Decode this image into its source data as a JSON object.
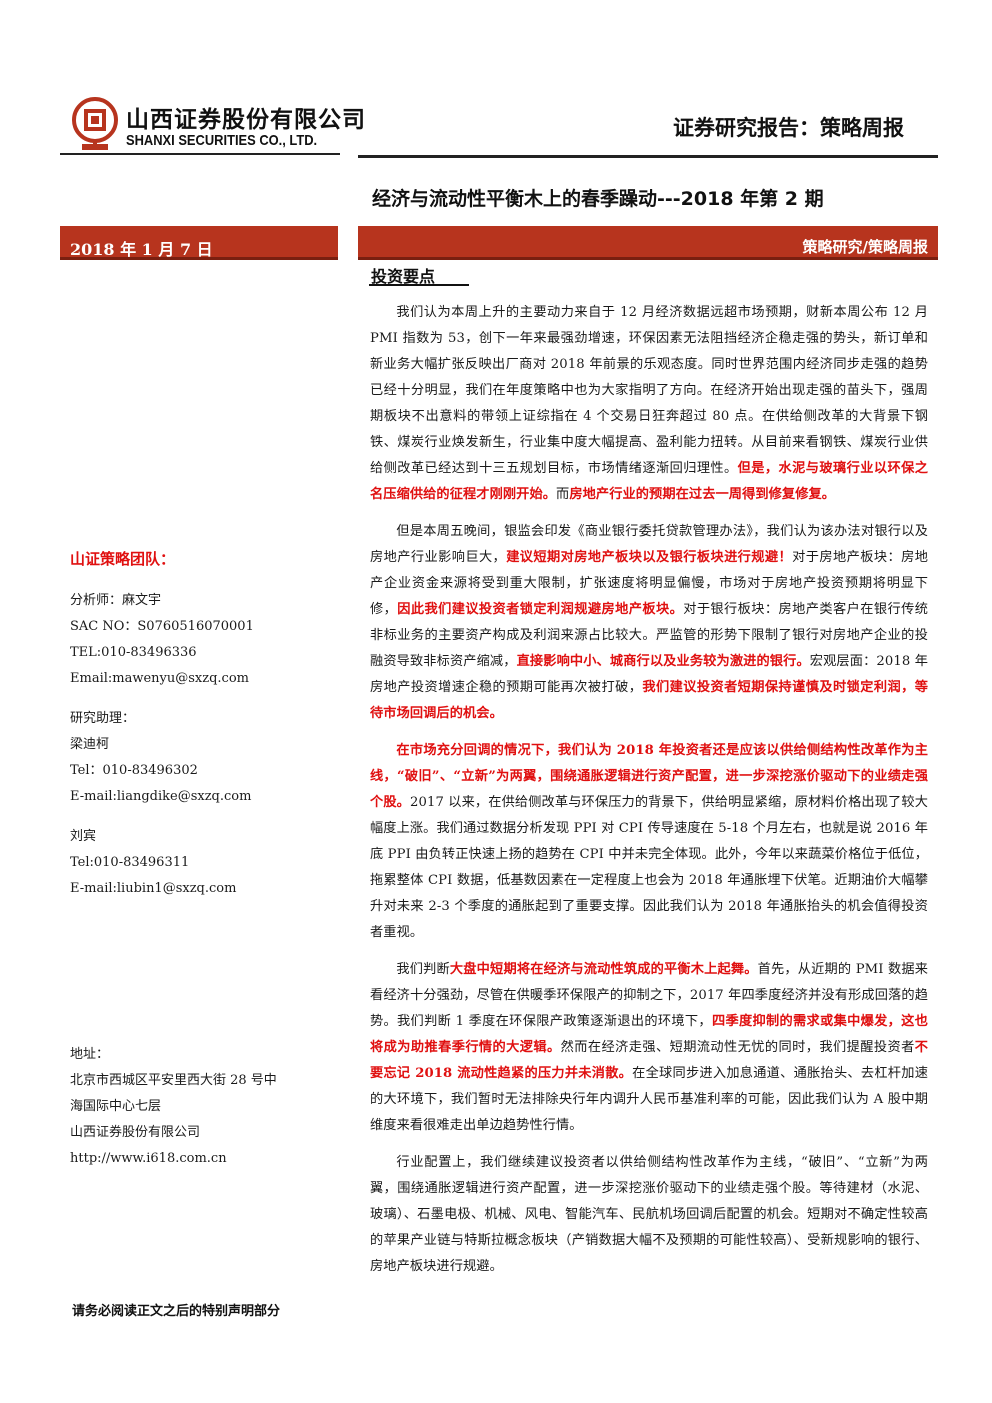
{
  "header": {
    "company_cn": "山西证券股份有限公司",
    "company_en": "SHANXI SECURITIES CO., LTD.",
    "report_type": "证券研究报告：策略周报",
    "logo_icon": "company-seal-logo",
    "brand_color": "#b7341e"
  },
  "title": "经济与流动性平衡木上的春季躁动---2018 年第 2 期",
  "band": {
    "date": "2018 年 1 月 7 日",
    "category": "策略研究/策略周报"
  },
  "section_heading": "投资要点",
  "paragraphs": [
    [
      {
        "t": "我们认为本周上升的主要动力来自于 12 月经济数据远超市场预期，财新本周公布 12 月 PMI 指数为 53，创下一年来最强劲增速，环保因素无法阻挡经济企稳走强的势头，新订单和新业务大幅扩张反映出厂商对 2018 年前景的乐观态度。同时世界范围内经济同步走强的趋势已经十分明显，我们在年度策略中也为大家指明了方向。在经济开始出现走强的苗头下，强周期板块不出意料的带领上证综指在 4 个交易日狂奔超过 80 点。在供给侧改革的大背景下钢铁、煤炭行业焕发新生，行业集中度大幅提高、盈利能力扭转。从目前来看钢铁、煤炭行业供给侧改革已经达到十三五规划目标，市场情绪逐渐回归理性。",
        "r": false
      },
      {
        "t": "但是，水泥与玻璃行业以环保之名压缩供给的征程才刚刚开始。",
        "r": true
      },
      {
        "t": "而",
        "r": false
      },
      {
        "t": "房地产行业的预期在过去一周得到修复修复。",
        "r": true
      }
    ],
    [
      {
        "t": "但是本周五晚间，银监会印发《商业银行委托贷款管理办法》，我们认为该办法对银行以及房地产行业影响巨大，",
        "r": false
      },
      {
        "t": "建议短期对房地产板块以及银行板块进行规避！",
        "r": true
      },
      {
        "t": "对于房地产板块：房地产企业资金来源将受到重大限制，扩张速度将明显偏慢，市场对于房地产投资预期将明显下修，",
        "r": false
      },
      {
        "t": "因此我们建议投资者锁定利润规避房地产板块。",
        "r": true
      },
      {
        "t": "对于银行板块：房地产类客户在银行传统非标业务的主要资产构成及利润来源占比较大。严监管的形势下限制了银行对房地产企业的投融资导致非标资产缩减，",
        "r": false
      },
      {
        "t": "直接影响中小、城商行以及业务较为激进的银行。",
        "r": true
      },
      {
        "t": "宏观层面：2018 年房地产投资增速企稳的预期可能再次被打破，",
        "r": false
      },
      {
        "t": "我们建议投资者短期保持谨慎及时锁定利润，等待市场回调后的机会。",
        "r": true
      }
    ],
    [
      {
        "t": "在市场充分回调的情况下，我们认为 2018 年投资者还是应该以供给侧结构性改革作为主线，“破旧”、“立新”为两翼，围绕通胀逻辑进行资产配置，进一步深挖涨价驱动下的业绩走强个股。",
        "r": true
      },
      {
        "t": "2017 以来，在供给侧改革与环保压力的背景下，供给明显紧缩，原材料价格出现了较大幅度上涨。我们通过数据分析发现 PPI 对 CPI 传导速度在 5-18 个月左右，也就是说 2016 年底 PPI 由负转正快速上扬的趋势在 CPI 中并未完全体现。此外，今年以来蔬菜价格位于低位，拖累整体 CPI 数据，低基数因素在一定程度上也会为 2018 年通胀埋下伏笔。近期油价大幅攀升对未来 2-3 个季度的通胀起到了重要支撑。因此我们认为 2018 年通胀抬头的机会值得投资者重视。",
        "r": false
      }
    ],
    [
      {
        "t": "我们判断",
        "r": false
      },
      {
        "t": "大盘中短期将在经济与流动性筑成的平衡木上起舞。",
        "r": true
      },
      {
        "t": "首先，从近期的 PMI 数据来看经济十分强劲，尽管在供暖季环保限产的抑制之下，2017 年四季度经济并没有形成回落的趋势。我们判断 1 季度在环保限产政策逐渐退出的环境下，",
        "r": false
      },
      {
        "t": "四季度抑制的需求或集中爆发，这也将成为助推春季行情的大逻辑。",
        "r": true
      },
      {
        "t": "然而在经济走强、短期流动性无忧的同时，我们提醒投资者",
        "r": false
      },
      {
        "t": "不要忘记 2018 流动性趋紧的压力并未消散。",
        "r": true
      },
      {
        "t": "在全球同步进入加息通道、通胀抬头、去杠杆加速的大环境下，我们暂时无法排除央行年内调升人民币基准利率的可能，因此我们认为 A 股中期维度来看很难走出单边趋势性行情。",
        "r": false
      }
    ],
    [
      {
        "t": "行业配置上，我们继续建议投资者以供给侧结构性改革作为主线，“破旧”、“立新”为两翼，围绕通胀逻辑进行资产配置，进一步深挖涨价驱动下的业绩走强个股。等待建材（水泥、玻璃）、石墨电极、机械、风电、智能汽车、民航机场回调后配置的机会。短期对不确定性较高的苹果产业链与特斯拉概念板块（产销数据大幅不及预期的可能性较高）、受新规影响的银行、房地产板块进行规避。",
        "r": false
      }
    ]
  ],
  "sidebar": {
    "team_title": "山证策略团队：",
    "analyst": [
      "分析师：麻文宇",
      "SAC NO：S0760516070001",
      "TEL:010-83496336",
      "Email:mawenyu@sxzq.com"
    ],
    "assistant_label": "研究助理：",
    "assistant1": [
      "梁迪柯",
      "Tel：010-83496302",
      "E-mail:liangdike@sxzq.com"
    ],
    "assistant2": [
      "刘宾",
      "Tel:010-83496311",
      "E-mail:liubin1@sxzq.com"
    ],
    "address": [
      "地址：",
      "北京市西城区平安里西大街 28 号中",
      "海国际中心七层",
      "山西证券股份有限公司",
      "http://www.i618.com.cn"
    ]
  },
  "disclaimer": "请务必阅读正文之后的特别声明部分"
}
